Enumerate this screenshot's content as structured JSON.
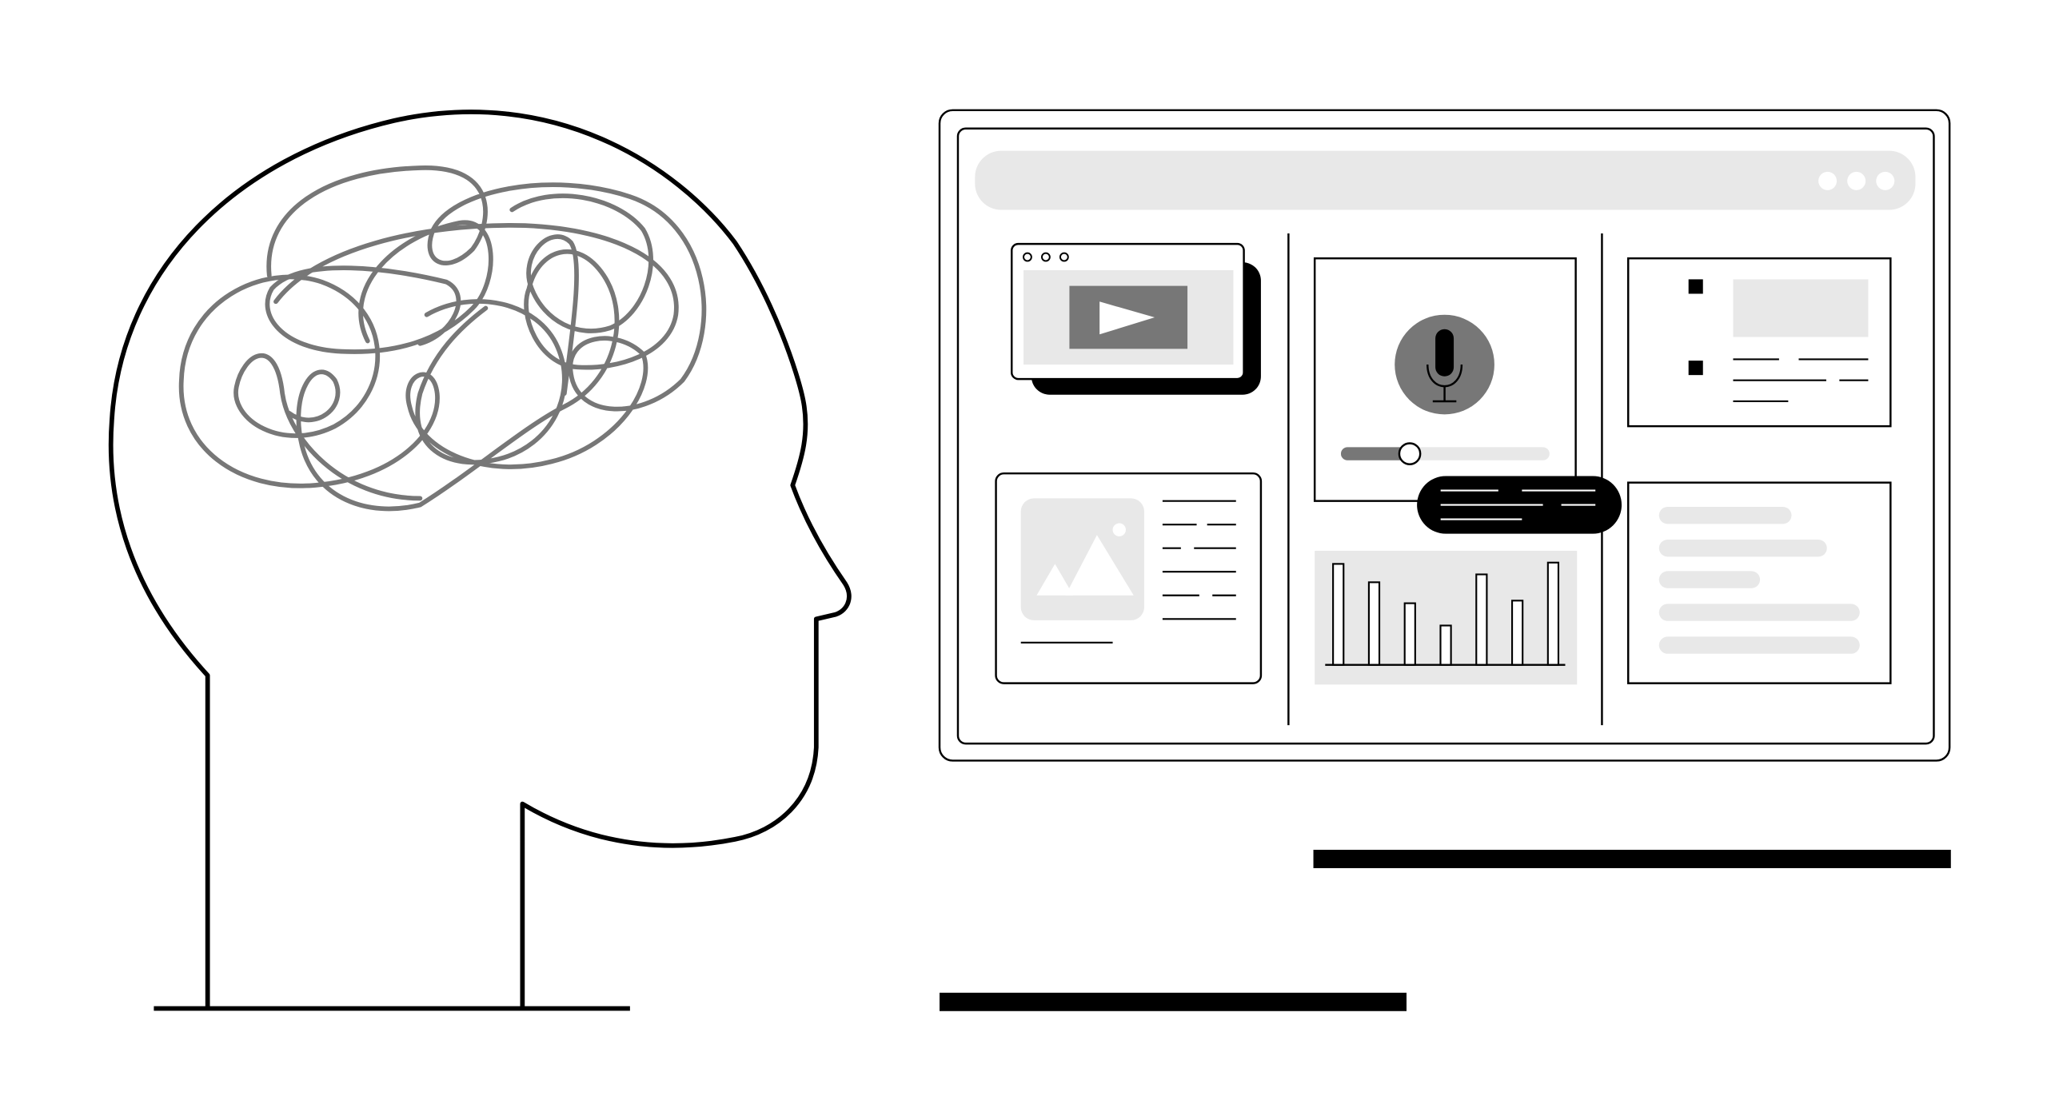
{
  "colors": {
    "line": "#000000",
    "scribble": "#777777",
    "placeholder": "#e8e8e8",
    "accent_gray": "#777777",
    "background": "#ffffff"
  },
  "audio_player": {
    "progress": 0.33
  },
  "bar_chart": {
    "values": [
      77,
      63,
      47,
      30,
      69,
      49,
      78
    ]
  }
}
